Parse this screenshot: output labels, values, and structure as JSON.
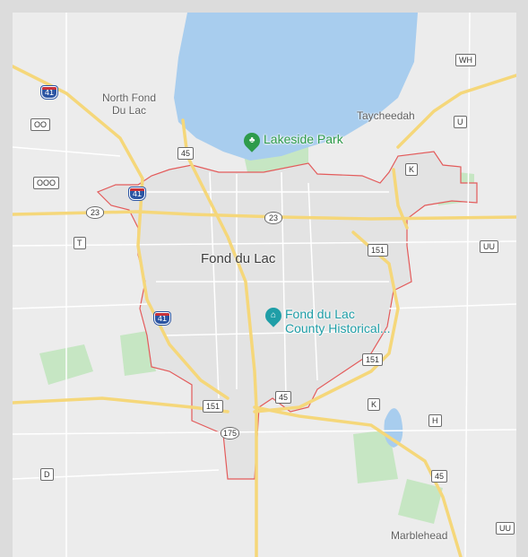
{
  "colors": {
    "water": "#a8cdee",
    "land": "#ececec",
    "city_fill": "#e3e3e3",
    "city_border": "#e35b5b",
    "highway": "#f5d77a",
    "road": "#ffffff",
    "park": "#c6e6c3",
    "park_label": "#2e9b4a",
    "museum_label": "#1f9ea7"
  },
  "labels": {
    "north_fond_du_lac": "North Fond\nDu Lac",
    "taycheedah": "Taycheedah",
    "fond_du_lac": "Fond du Lac",
    "marblehead": "Marblehead"
  },
  "poi": {
    "lakeside_park": {
      "name": "Lakeside Park",
      "icon": "tree-icon"
    },
    "museum": {
      "name": "Fond du Lac\nCounty Historical...",
      "icon": "museum-icon"
    }
  },
  "shields": {
    "i41_nw": "41",
    "i41_west": "41",
    "i41_south": "41",
    "us45_north": "45",
    "us45_mid": "45",
    "us45_south": "45",
    "rt23_west": "23",
    "rt23_center": "23",
    "us151_north": "151",
    "us151_east": "151",
    "us151_south": "151",
    "rt175": "175",
    "co_wh": "WH",
    "co_u": "U",
    "co_k_north": "K",
    "co_k_south": "K",
    "co_oo": "OO",
    "co_ooo": "OOO",
    "co_t": "T",
    "co_uu_east": "UU",
    "co_uu_se": "UU",
    "co_h": "H",
    "co_d": "D"
  }
}
